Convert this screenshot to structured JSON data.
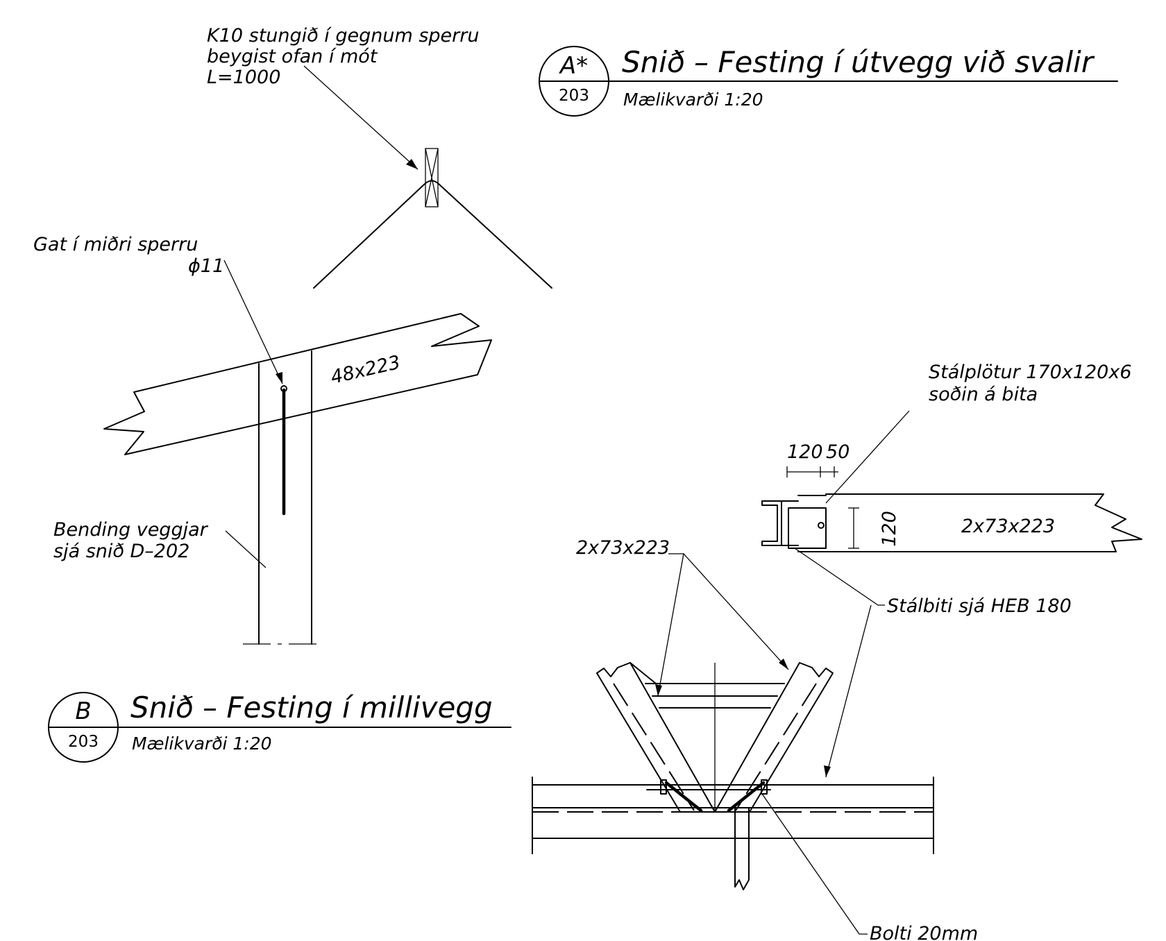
{
  "section_a": {
    "bubble_letter": "A*",
    "bubble_sheet": "203",
    "title": "Snið – Festing í útvegg við svalir",
    "scale": "Mælikvarði 1:20"
  },
  "section_b": {
    "bubble_letter": "B",
    "bubble_sheet": "203",
    "title": "Snið – Festing í millivegg",
    "scale": "Mælikvarði 1:20"
  },
  "notes": {
    "k10_line1": "K10 stungið í gegnum sperru",
    "k10_line2": "beygist ofan í mót",
    "k10_line3": "L=1000",
    "gat_line1": "Gat í miðri sperru",
    "gat_line2": "ϕ11",
    "rafter_size": "48x223",
    "bending_line1": "Bending veggjar",
    "bending_line2": "sjá snið D–202",
    "plate_line1": "Stálplötur 170x120x6",
    "plate_line2": "soðin á bita",
    "dim_120": "120",
    "dim_50": "50",
    "dim_120_vertical": "120",
    "beam_size": "2x73x223",
    "rafter_pair_size": "2x73x223",
    "steel_beam": "Stálbiti sjá HEB 180",
    "bolt": "Bolti 20mm"
  }
}
